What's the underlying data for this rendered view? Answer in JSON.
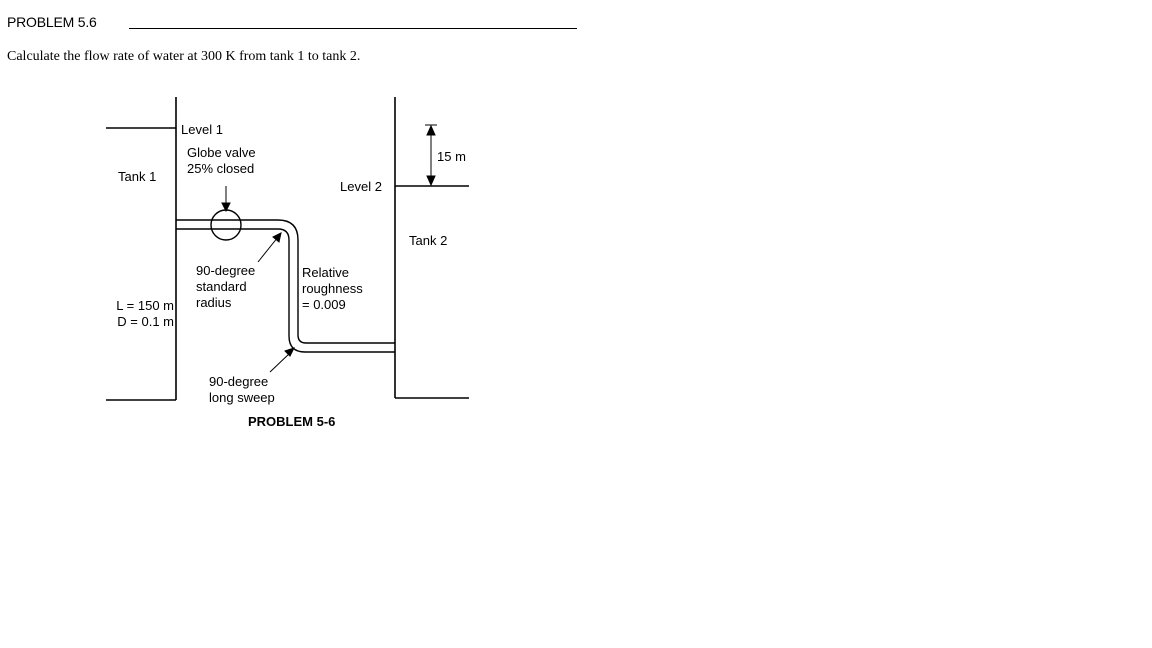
{
  "header": {
    "title": "PROBLEM 5.6"
  },
  "statement": "Calculate the flow rate of water at 300 K from tank 1 to tank 2.",
  "figure": {
    "level1": "Level 1",
    "valve_line1": "Globe valve",
    "valve_line2": "25% closed",
    "tank1": "Tank 1",
    "dim_15m": "15 m",
    "level2": "Level 2",
    "tank2": "Tank 2",
    "elbow1_line1": "90-degree",
    "elbow1_line2": "standard",
    "elbow1_line3": "radius",
    "rough_line1": "Relative",
    "rough_line2": "roughness",
    "rough_line3": "= 0.009",
    "length_label": "L = 150 m",
    "diameter_label": "D = 0.1 m",
    "elbow2_line1": "90-degree",
    "elbow2_line2": "long sweep",
    "caption": "PROBLEM 5-6"
  }
}
